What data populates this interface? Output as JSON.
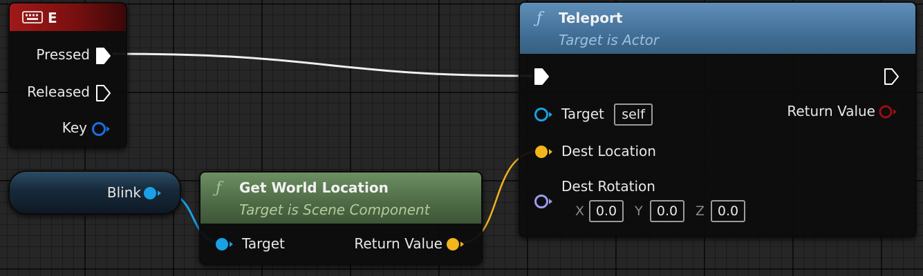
{
  "key_event": {
    "title": "E",
    "pins": {
      "pressed": "Pressed",
      "released": "Released",
      "key": "Key"
    }
  },
  "variable": {
    "name": "Blink"
  },
  "get_world_location": {
    "title": "Get World Location",
    "subtitle": "Target is Scene Component",
    "pins": {
      "target": "Target",
      "return_value": "Return Value"
    }
  },
  "teleport": {
    "title": "Teleport",
    "subtitle": "Target is Actor",
    "pins": {
      "target": "Target",
      "target_default": "self",
      "return_value": "Return Value",
      "dest_location": "Dest Location",
      "dest_rotation": "Dest Rotation"
    },
    "rotation": {
      "x_label": "X",
      "x_value": "0.0",
      "y_label": "Y",
      "y_value": "0.0",
      "z_label": "Z",
      "z_value": "0.0"
    }
  },
  "colors": {
    "exec": "#ffffff",
    "object": "#1aa0e6",
    "vector": "#f2b51c",
    "rotator": "#9c9cf0",
    "bool": "#9a0f0f",
    "key_struct": "#1a6fe6",
    "event_header": "#8b1313",
    "pure_header": "#5b7a53",
    "call_header": "#3f6a91"
  },
  "icons": {
    "keyboard": "keyboard-icon",
    "function": "function-icon"
  }
}
